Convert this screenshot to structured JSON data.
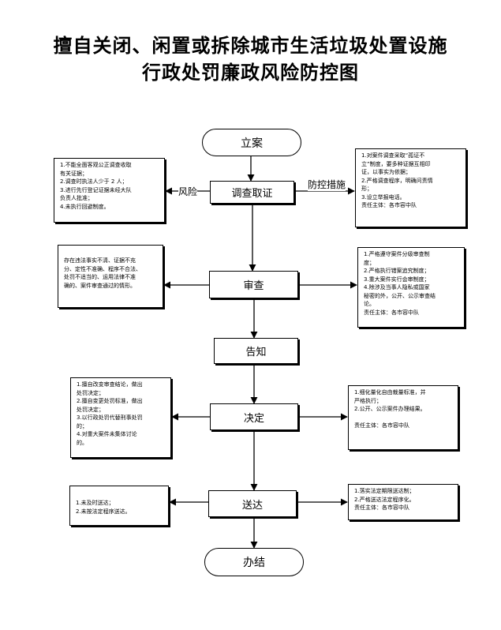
{
  "title": {
    "line1": "擅自关闭、闲置或拆除城市生活垃圾处置设施",
    "line2": "行政处罚廉政风险防控图"
  },
  "steps": {
    "start": "立案",
    "investigate": "调查取证",
    "review": "审查",
    "notify": "告知",
    "decide": "决定",
    "deliver": "送达",
    "end": "办结"
  },
  "labels": {
    "risk": "风险",
    "control": "防控措施"
  },
  "risks": {
    "investigate": [
      "1.不能全面客观公正调查收取",
      "有关证据；",
      "2.调查时执法人少于 2 人；",
      "3.进行先行登记证据未经大队",
      "负责人批准；",
      "4.未执行回避制度。"
    ],
    "review": [
      "存在违法事实不清、证据不充",
      "分、定性不准确、程序不合法、",
      "处罚不适当的、运用法律不准",
      "确的、案件审查通过的情形。"
    ],
    "decide": [
      "1.擅自改变审查结论，做出",
      "处罚决定；",
      "2.擅自变更处罚标准，做出",
      "处罚决定；",
      "3.以行政处罚代替刑事处罚",
      "的；",
      "4.对重大案件未集体讨论",
      "的。"
    ],
    "deliver": [
      "1.未及时送达；",
      "2.未按法定程序送达。"
    ]
  },
  "controls": {
    "investigate": [
      "1.对案件调查采取“孤证不",
      "立”制度，要多种证据互相印",
      "证，以事实为依据；",
      "2.严格调查程序，明确问责情",
      "形；",
      "3.设立举报电话。",
      "责任主体：各市容中队"
    ],
    "review": [
      "1.严格遵守案件分级审查制",
      "度；",
      "2.严格执行错案追究制度；",
      "3.重大案件实行会审制度；",
      "4.除涉及当事人隐私或国家",
      "秘密的外，公开、公示审查结",
      "论。",
      "责任主体：各市容中队"
    ],
    "decide": [
      "1.细化量化自由裁量标准，并",
      "严格执行；",
      "2.公开、公示案件办理结果。",
      "",
      "责任主体：各市容中队"
    ],
    "deliver": [
      "1.落实法定期限送达制；",
      "2.严格送达法定程序化。",
      "责任主体：各市容中队"
    ]
  }
}
